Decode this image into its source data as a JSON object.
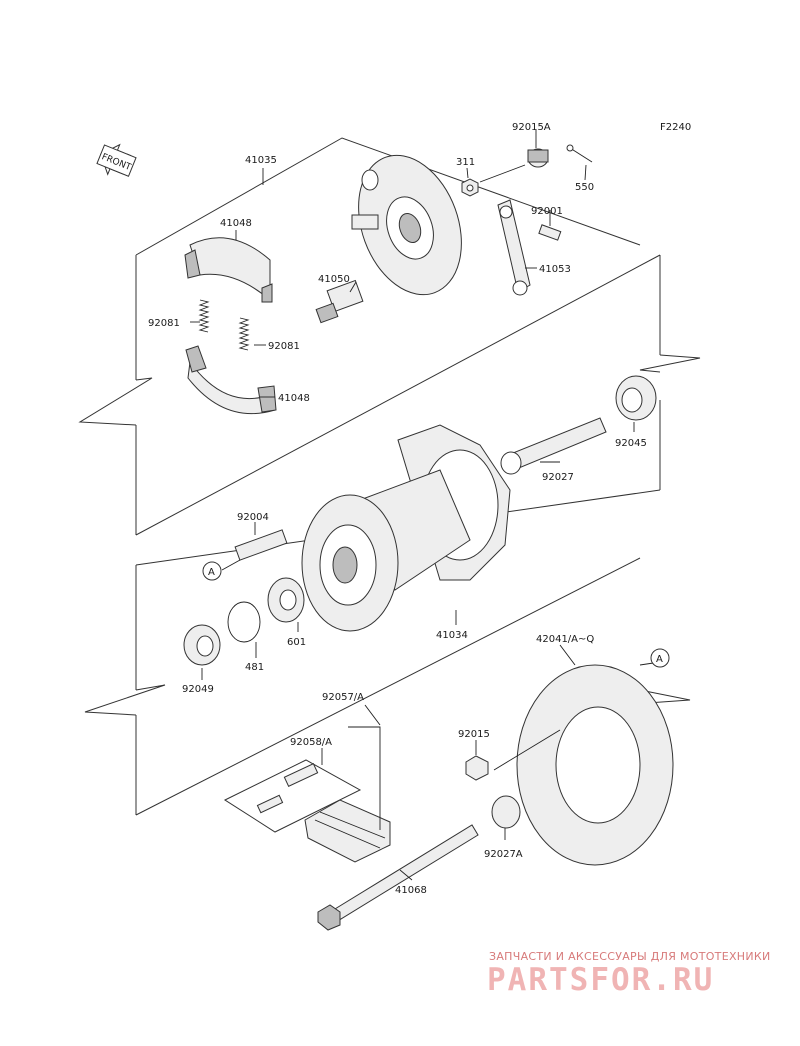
{
  "figure_code": "F2240",
  "front_label": "FRONT",
  "marker_label": "A",
  "parts": {
    "p41035": "41035",
    "p41048a": "41048",
    "p41048b": "41048",
    "p92081a": "92081",
    "p92081b": "92081",
    "p41050": "41050",
    "p92015A": "92015A",
    "p311": "311",
    "p550": "550",
    "p92001": "92001",
    "p41053": "41053",
    "p92045": "92045",
    "p92027": "92027",
    "p92004": "92004",
    "p601": "601",
    "p481": "481",
    "p41034": "41034",
    "p92049": "92049",
    "p42041": "42041/A~Q",
    "p92057": "92057/A",
    "p92058": "92058/A",
    "p92015": "92015",
    "p92027A": "92027A",
    "p41068": "41068"
  },
  "watermark": {
    "tagline": "ЗАПЧАСТИ И АКСЕССУАРЫ ДЛЯ МОТОТЕХНИКИ",
    "logo": "PARTSFOR.RU"
  }
}
